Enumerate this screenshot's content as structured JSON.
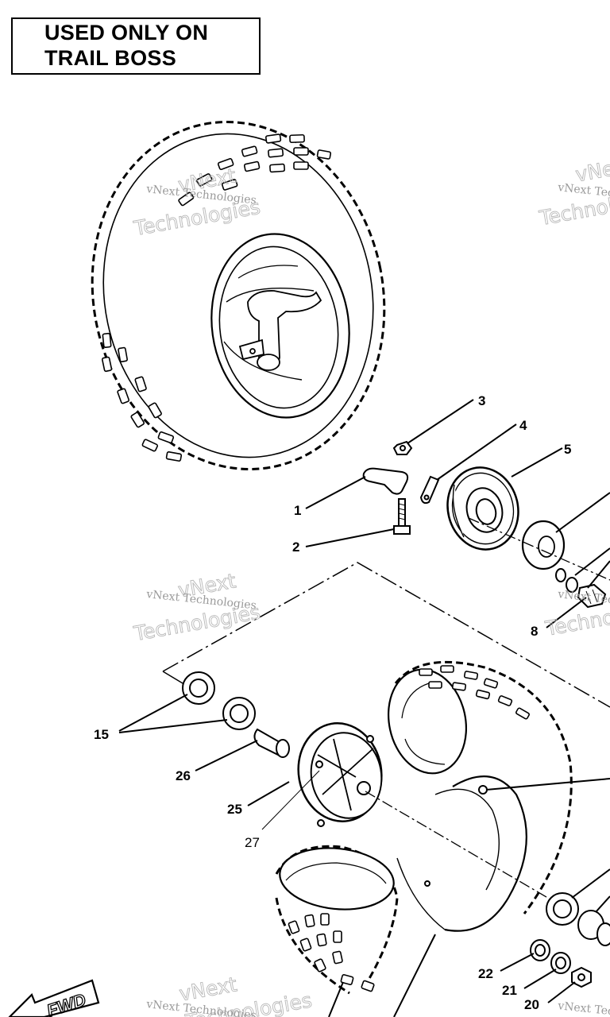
{
  "notice": {
    "line1": "USED ONLY ON",
    "line2": "TRAIL BOSS"
  },
  "callouts": {
    "c1": "1",
    "c2": "2",
    "c3": "3",
    "c4": "4",
    "c5": "5",
    "c8": "8",
    "c15": "15",
    "c20": "20",
    "c21": "21",
    "c22": "22",
    "c25": "25",
    "c26": "26",
    "c27": "27"
  },
  "direction_arrow": {
    "label": "FWD"
  },
  "watermark": {
    "small": "vNext Technologies",
    "large_top": "vNext",
    "large_bottom": "Technologies"
  }
}
